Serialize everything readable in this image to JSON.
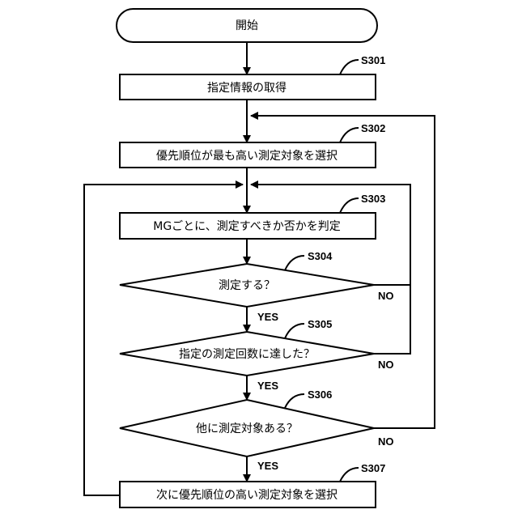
{
  "start": {
    "label": "開始"
  },
  "steps": {
    "s301": {
      "id": "S301",
      "label": "指定情報の取得"
    },
    "s302": {
      "id": "S302",
      "label": "優先順位が最も高い測定対象を選択"
    },
    "s303": {
      "id": "S303",
      "label": "MGごとに、測定すべきか否かを判定"
    },
    "s304": {
      "id": "S304",
      "label": "測定する？"
    },
    "s305": {
      "id": "S305",
      "label": "指定の測定回数に達した？"
    },
    "s306": {
      "id": "S306",
      "label": "他に測定対象ある？"
    },
    "s307": {
      "id": "S307",
      "label": "次に優先順位の高い測定対象を選択"
    }
  },
  "branches": {
    "yes": "YES",
    "no": "NO"
  }
}
